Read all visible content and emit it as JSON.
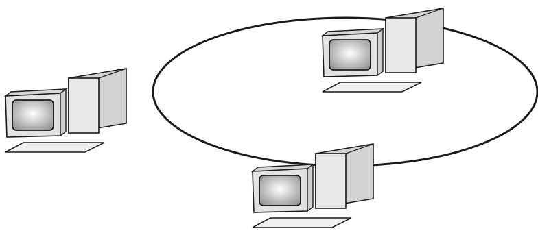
{
  "diagram": {
    "type": "ring-network",
    "ring_shape": "ellipse",
    "node_count": 3,
    "nodes": [
      {
        "icon": "desktop-computer-icon",
        "position": "left"
      },
      {
        "icon": "desktop-computer-icon",
        "position": "top-right"
      },
      {
        "icon": "desktop-computer-icon",
        "position": "bottom-center"
      }
    ],
    "colors": {
      "background": "#ffffff",
      "stroke": "#1a1a1a",
      "case_fill": "#e3e3e3",
      "case_side": "#d2d2d2",
      "screen_center": "#ffffff",
      "screen_edge": "#8c8c8c",
      "keyboard_fill": "#efefef"
    }
  }
}
